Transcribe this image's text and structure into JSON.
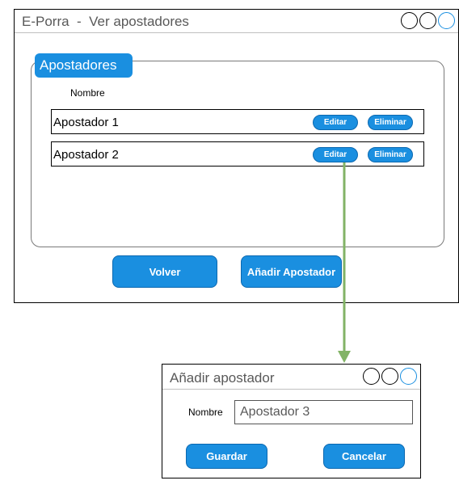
{
  "main_window": {
    "title": "E-Porra  -  Ver apostadores",
    "panel_title": "Apostadores",
    "column_header": "Nombre",
    "rows": [
      {
        "name": "Apostador 1",
        "edit_label": "Editar",
        "delete_label": "Eliminar"
      },
      {
        "name": "Apostador 2",
        "edit_label": "Editar",
        "delete_label": "Eliminar"
      }
    ],
    "back_label": "Volver",
    "add_label": "Añadir Apostador"
  },
  "dialog": {
    "title": "Añadir apostador",
    "name_label": "Nombre",
    "name_value": "Apostador 3",
    "save_label": "Guardar",
    "cancel_label": "Cancelar"
  },
  "colors": {
    "accent": "#1a8fe0",
    "connector": "#82b366",
    "title_text": "#595959"
  },
  "icons": {
    "window_controls": [
      "minimize-icon",
      "restore-icon",
      "maximize-icon"
    ]
  }
}
